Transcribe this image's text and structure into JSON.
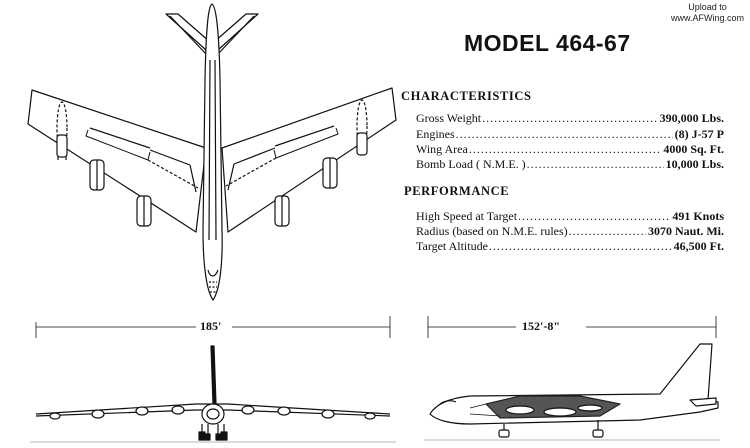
{
  "watermark": {
    "line1": "Upload to",
    "line2": "www.AFWing.com"
  },
  "title": "MODEL 464-67",
  "characteristics": {
    "heading": "CHARACTERISTICS",
    "rows": [
      {
        "label": "Gross Weight",
        "value": "390,000 Lbs."
      },
      {
        "label": "Engines",
        "value": "(8)  J-57 P"
      },
      {
        "label": "Wing Area",
        "value": "4000 Sq. Ft."
      },
      {
        "label": "Bomb Load ( N.M.E. )",
        "value": "10,000 Lbs."
      }
    ]
  },
  "performance": {
    "heading": "PERFORMANCE",
    "rows": [
      {
        "label": "High Speed at Target",
        "value": "491 Knots"
      },
      {
        "label": "Radius (based on N.M.E. rules)",
        "value": "3070 Naut. Mi."
      },
      {
        "label": "Target Altitude",
        "value": "46,500 Ft."
      }
    ]
  },
  "dimensions": {
    "span": "185'",
    "length": "152'-8\""
  }
}
